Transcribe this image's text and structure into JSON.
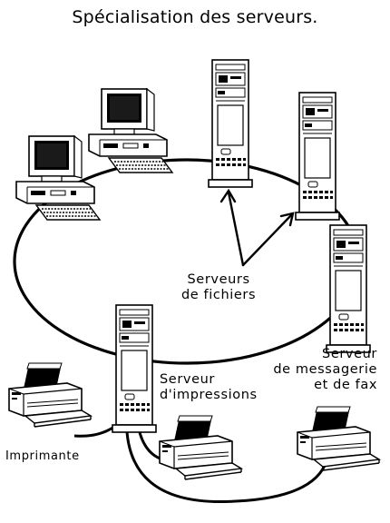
{
  "diagram": {
    "title": "Spécialisation des serveurs.",
    "labels": {
      "file_servers_line1": "Serveurs",
      "file_servers_line2": "de fichiers",
      "mail_server_line1": "Serveur",
      "mail_server_line2": "de messagerie",
      "mail_server_line3": "et de fax",
      "print_server_line1": "Serveur",
      "print_server_line2": "d'impressions",
      "printer": "Imprimante"
    },
    "nodes": [
      {
        "kind": "workstation",
        "name": "poste-1"
      },
      {
        "kind": "workstation",
        "name": "poste-2"
      },
      {
        "kind": "tower-server",
        "name": "serveur-fichiers-1"
      },
      {
        "kind": "tower-server",
        "name": "serveur-fichiers-2"
      },
      {
        "kind": "tower-server",
        "name": "serveur-messagerie-fax"
      },
      {
        "kind": "tower-server",
        "name": "serveur-impressions"
      },
      {
        "kind": "printer",
        "name": "imprimante-1"
      },
      {
        "kind": "printer",
        "name": "imprimante-2"
      },
      {
        "kind": "printer",
        "name": "imprimante-3"
      }
    ]
  }
}
